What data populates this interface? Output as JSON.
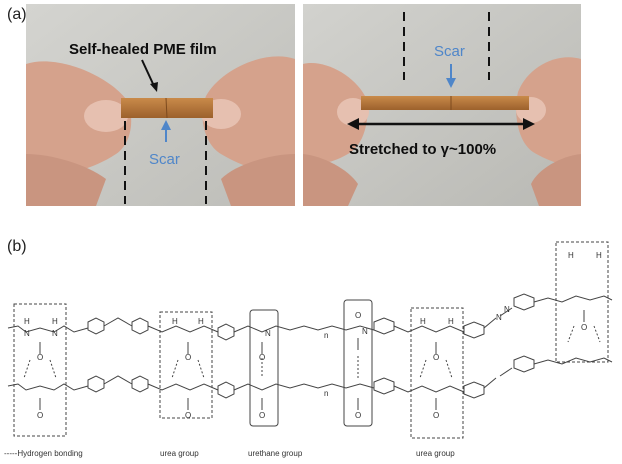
{
  "panel_a": {
    "label": "(a)",
    "left_photo": {
      "annotation": "Self-healed PME film",
      "scar": "Scar"
    },
    "right_photo": {
      "scar": "Scar",
      "annotation": "Stretched to γ~100%"
    }
  },
  "panel_b": {
    "label": "(b)",
    "legend": {
      "hydrogen_bonding": "-----Hydrogen bonding",
      "urea_group_left": "urea group",
      "urethane_group": "urethane group",
      "urea_group_right": "urea group"
    },
    "atoms": {
      "H": "H",
      "N": "N",
      "O": "O",
      "n": "n"
    }
  },
  "colors": {
    "scar_blue": "#4f86c9",
    "film": "#b27538",
    "skin": "#d8a892"
  }
}
